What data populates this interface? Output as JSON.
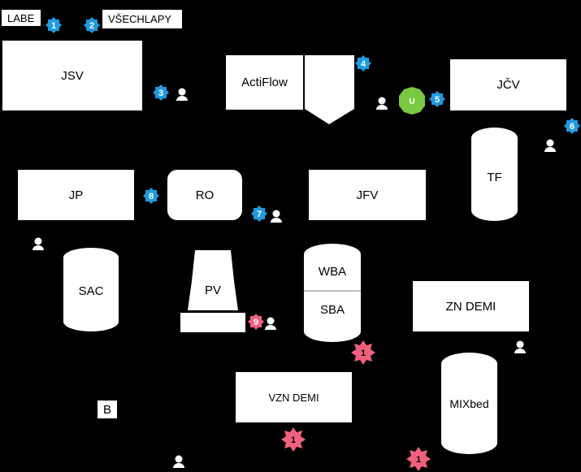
{
  "sources": {
    "labe": "LABE",
    "vsechlapy": "VŠECHLAPY"
  },
  "units": {
    "jsv": "JSV",
    "actiflow": "ActiFlow",
    "jcv": "JČV",
    "tf": "TF",
    "jp": "JP",
    "ro": "RO",
    "jfv": "JFV",
    "sac": "SAC",
    "pv": "PV",
    "wba": "WBA",
    "sba": "SBA",
    "zn_demi": "ZN DEMI",
    "vzn_demi": "VZN DEMI",
    "mixbed": "MIXbed",
    "b": "B"
  },
  "pump_label": "U",
  "blue_badges": [
    "1",
    "2",
    "3",
    "4",
    "5",
    "6",
    "7",
    "8",
    "9"
  ],
  "pink_badges": [
    "1",
    "1",
    "1"
  ],
  "colors": {
    "background": "#000000",
    "blue_badge": "#1e9be0",
    "pink_badge": "#f0607e",
    "pump_green": "#7ac943",
    "node": "#ffffff"
  }
}
